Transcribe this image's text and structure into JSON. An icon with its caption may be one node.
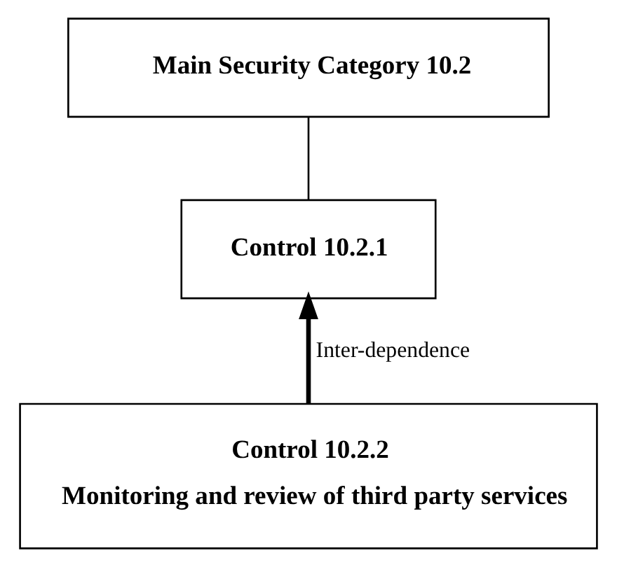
{
  "diagram": {
    "nodes": [
      {
        "text": [
          "Main Security Category 10.2"
        ]
      },
      {
        "text": [
          "Control 10.2.1"
        ]
      },
      {
        "text": [
          "Control 10.2.2",
          "Monitoring and review of third party services"
        ]
      }
    ],
    "edges": [
      {
        "from": 0,
        "to": 1,
        "arrow": "none"
      },
      {
        "from": 2,
        "to": 1,
        "arrow": "to",
        "label": "Inter-dependence",
        "style": "thick"
      }
    ]
  }
}
